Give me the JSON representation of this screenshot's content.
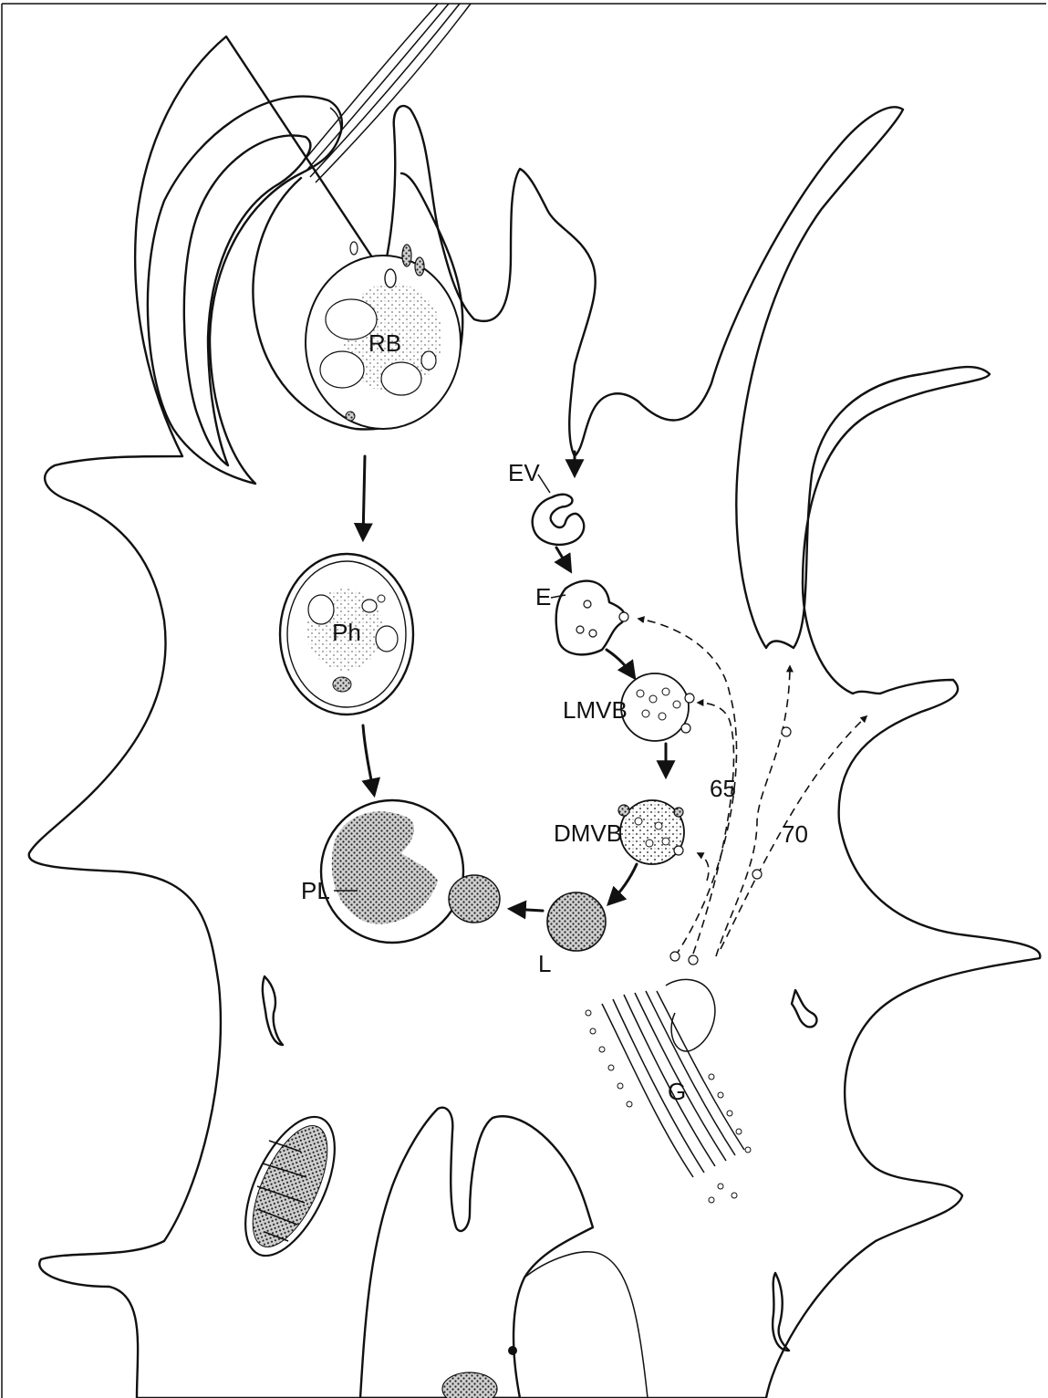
{
  "labels": {
    "rb": "RB",
    "ph": "Ph",
    "pl": "PL",
    "ev": "EV",
    "e": "E",
    "lmvb": "LMVB",
    "dmvb": "DMVB",
    "l": "L",
    "g": "G",
    "n65": "65",
    "n70": "70"
  },
  "colors": {
    "ink": "#111111",
    "paper": "#ffffff"
  }
}
